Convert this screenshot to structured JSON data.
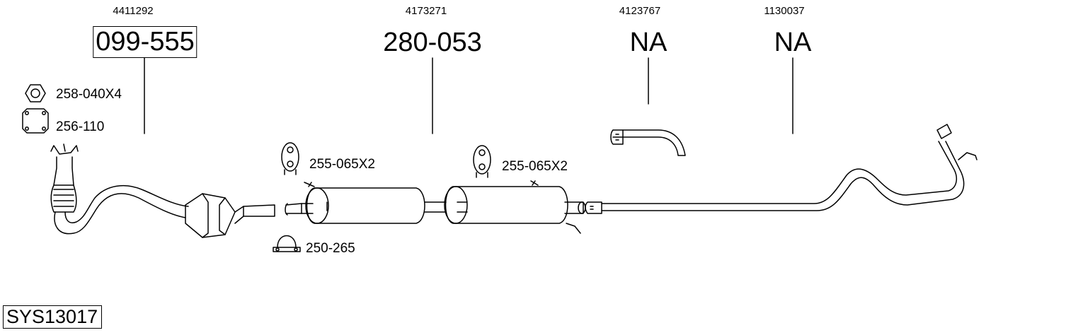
{
  "parts": [
    {
      "oe_number": "4411292",
      "part_number": "099-555",
      "boxed": true
    },
    {
      "oe_number": "4173271",
      "part_number": "280-053",
      "boxed": false
    },
    {
      "oe_number": "4123767",
      "part_number": "NA",
      "boxed": false
    },
    {
      "oe_number": "1130037",
      "part_number": "NA",
      "boxed": false
    }
  ],
  "accessories": [
    {
      "label": "258-040X4",
      "icon": "hex-nut-icon"
    },
    {
      "label": "256-110",
      "icon": "flange-gasket-icon"
    },
    {
      "label": "255-065X2",
      "icon": "rubber-hanger-icon"
    },
    {
      "label": "255-065X2",
      "icon": "rubber-hanger-icon"
    },
    {
      "label": "250-265",
      "icon": "pipe-clamp-icon"
    }
  ],
  "system_code": "SYS13017"
}
